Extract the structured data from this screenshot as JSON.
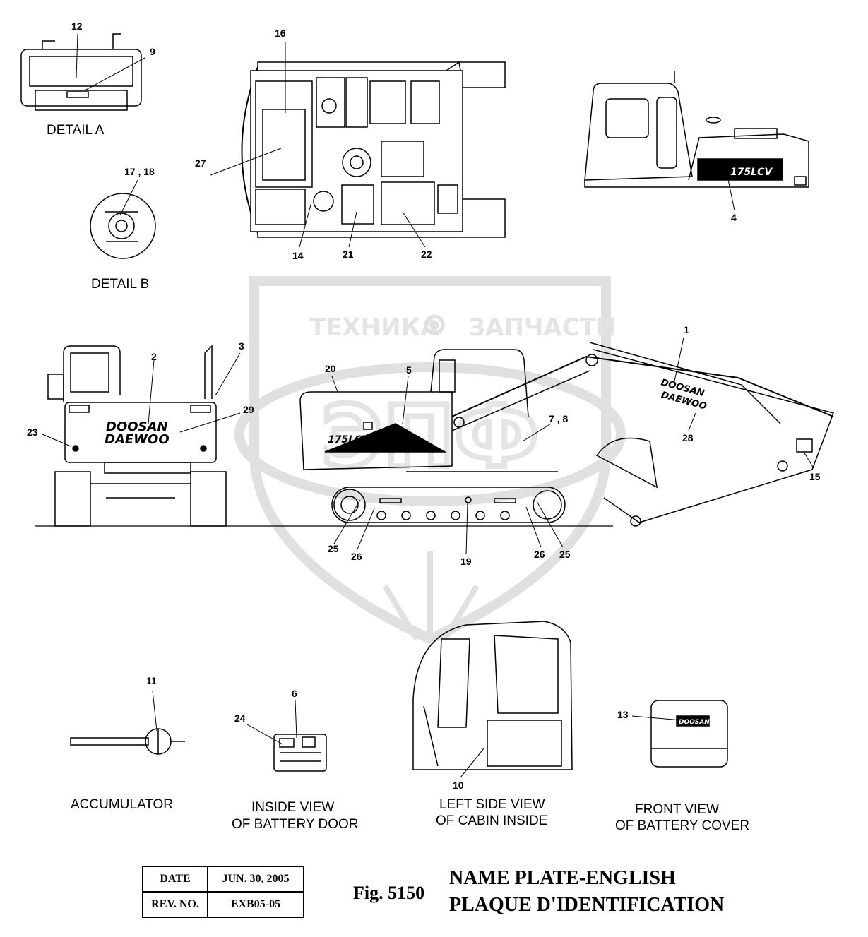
{
  "watermark": {
    "left": "ТЕХНИКА",
    "right": "ЗАПЧАСТИ",
    "emblem": "ЭПФ"
  },
  "views": {
    "detail_a": "DETAIL  A",
    "detail_b": "DETAIL  B",
    "accumulator": "ACCUMULATOR",
    "battery_door": [
      "INSIDE VIEW",
      "OF BATTERY DOOR"
    ],
    "cabin_inside": [
      "LEFT SIDE VIEW",
      "OF CABIN INSIDE"
    ],
    "battery_cover": [
      "FRONT VIEW",
      "OF BATTERY COVER"
    ]
  },
  "logos": {
    "doosan": "DOOSAN",
    "daewoo": "DAEWOO",
    "model": "175LCV"
  },
  "callouts": {
    "c1": "1",
    "c2": "2",
    "c3": "3",
    "c4": "4",
    "c5": "5",
    "c6": "6",
    "c7_8": "7 , 8",
    "c9": "9",
    "c10": "10",
    "c11": "11",
    "c12": "12",
    "c13": "13",
    "c14": "14",
    "c15": "15",
    "c16": "16",
    "c17_18": "17 , 18",
    "c19": "19",
    "c20": "20",
    "c21": "21",
    "c22": "22",
    "c23": "23",
    "c24": "24",
    "c25a": "25",
    "c25b": "25",
    "c26a": "26",
    "c26b": "26",
    "c27": "27",
    "c28": "28",
    "c29": "29"
  },
  "info_table": {
    "date_label": "DATE",
    "date_value": "JUN. 30, 2005",
    "rev_label": "REV. NO.",
    "rev_value": "EXB05-05"
  },
  "figure": {
    "number": "Fig. 5150",
    "title_line1": "NAME PLATE-ENGLISH",
    "title_line2": "PLAQUE D'IDENTIFICATION"
  }
}
